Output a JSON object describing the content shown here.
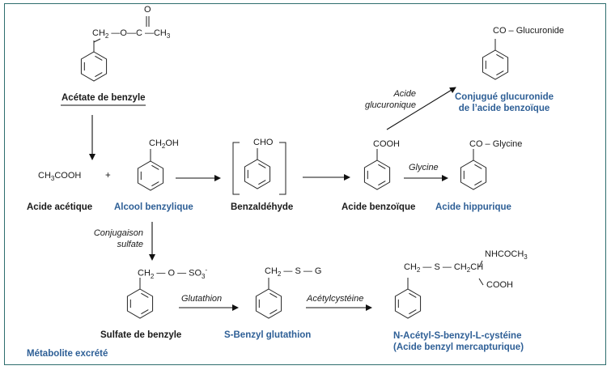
{
  "colors": {
    "frame": "#2e6e6e",
    "excreted_metabolite": "#2e5f96",
    "text": "#1a1a1a"
  },
  "compounds": {
    "benzyl_acetate": {
      "formula_parts": [
        "CH",
        "2",
        " —O—C —CH",
        "3"
      ],
      "carbonyl_o": "O",
      "name": "Acétate de benzyle"
    },
    "acetic_acid": {
      "formula_parts": [
        "CH",
        "3",
        "COOH"
      ],
      "name": "Acide acétique"
    },
    "plus_sign": "+",
    "benzyl_alcohol": {
      "formula_parts": [
        "CH",
        "2",
        "OH"
      ],
      "name": "Alcool benzylique"
    },
    "benzaldehyde": {
      "formula": "CHO",
      "name": "Benzaldéhyde"
    },
    "benzoic_acid": {
      "formula": "COOH",
      "name": "Acide benzoïque"
    },
    "glucuronide": {
      "formula": "CO – Glucuronide",
      "name_line1": "Conjugué glucuronide",
      "name_line2": "de l’acide benzoïque"
    },
    "hippuric_acid": {
      "formula": "CO – Glycine",
      "name": "Acide hippurique"
    },
    "benzyl_sulfate": {
      "formula_parts": [
        "CH",
        "2",
        " — O — SO",
        "3",
        "-"
      ],
      "name": "Sulfate de benzyle"
    },
    "s_benzyl_glutathione": {
      "formula_parts": [
        "CH",
        "2",
        " — S — G"
      ],
      "name": "S-Benzyl glutathion"
    },
    "mercapturic_acid": {
      "formula_parts": [
        "CH",
        "2",
        " — S — CH",
        "2",
        "CH"
      ],
      "top_group_parts": [
        "NHCOCH",
        "3"
      ],
      "bottom_group": "COOH",
      "name_line1": "N-Acétyl-S-benzyl-L-cystéine",
      "name_line2": "(Acide benzyl mercapturique)"
    }
  },
  "reactions": {
    "glucuronic": {
      "line1": "Acide",
      "line2": "glucuronique"
    },
    "glycine": "Glycine",
    "sulfate": {
      "line1": "Conjugaison",
      "line2": "sulfate"
    },
    "glutathione": "Glutathion",
    "acetylcysteine": "Acétylcystéine"
  },
  "legend": {
    "excreted": "Métabolite excrété"
  }
}
